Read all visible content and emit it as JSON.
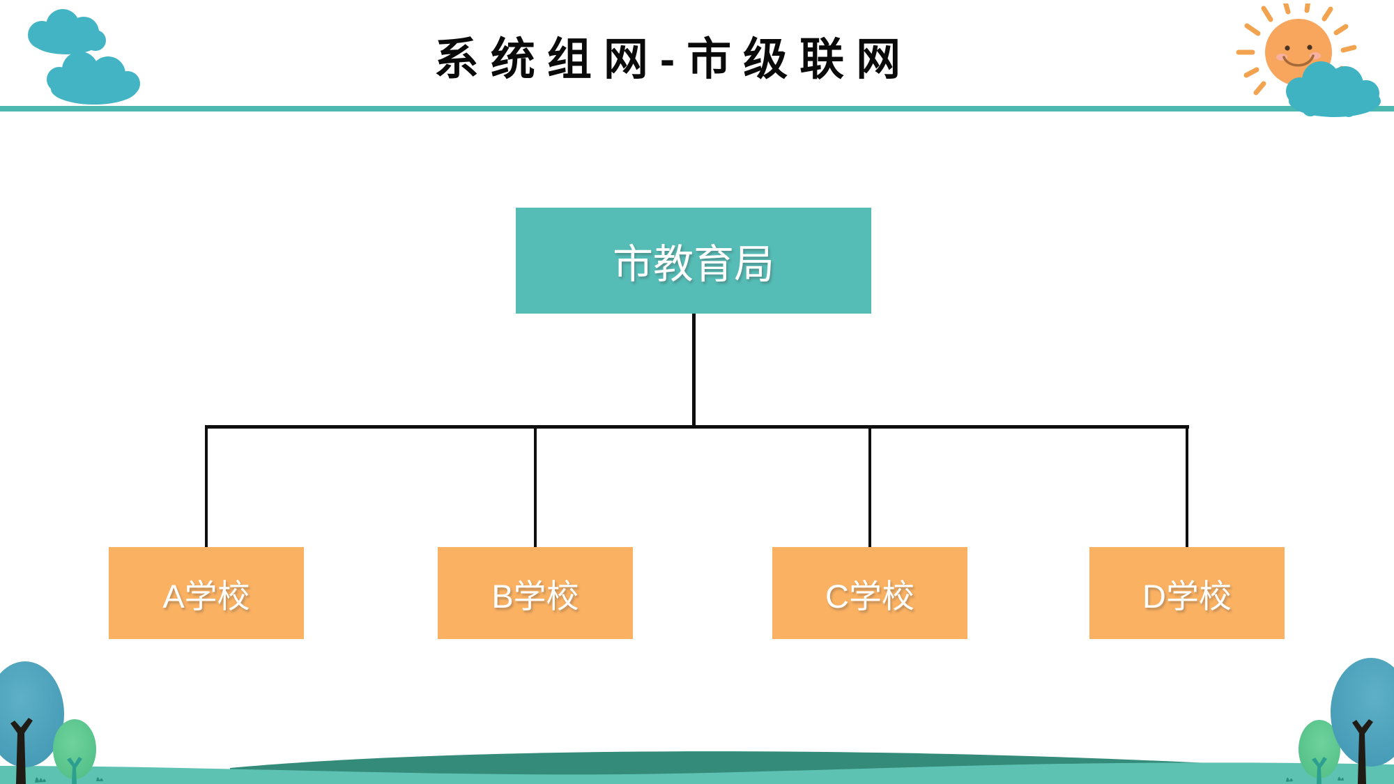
{
  "slide": {
    "title": "系统组网-市级联网"
  },
  "diagram": {
    "type": "org-tree",
    "root": {
      "label": "市教育局"
    },
    "children": [
      {
        "label": "A学校"
      },
      {
        "label": "B学校"
      },
      {
        "label": "C学校"
      },
      {
        "label": "D学校"
      }
    ]
  },
  "colors": {
    "root_box": "#55bcb6",
    "child_box": "#fbb162",
    "divider": "#4cb8af",
    "connector": "#0e0e0e",
    "title_text": "#0a0a0a",
    "box_text": "#ffffff",
    "cloud": "#43b4c4",
    "sun": "#f8a55e",
    "sun_ray": "#f2a34f",
    "hill_front": "#5ec2b2",
    "hill_back": "#348b7a",
    "tree_blue": "#4aa2bc",
    "tree_green": "#5cc78e",
    "trunk_dark": "#201b15",
    "trunk_teal": "#2d9f90"
  },
  "decorations": {
    "top_left": "clouds-icon",
    "top_right": "smiling-sun-with-cloud-icon",
    "bottom": "hills-and-trees"
  }
}
